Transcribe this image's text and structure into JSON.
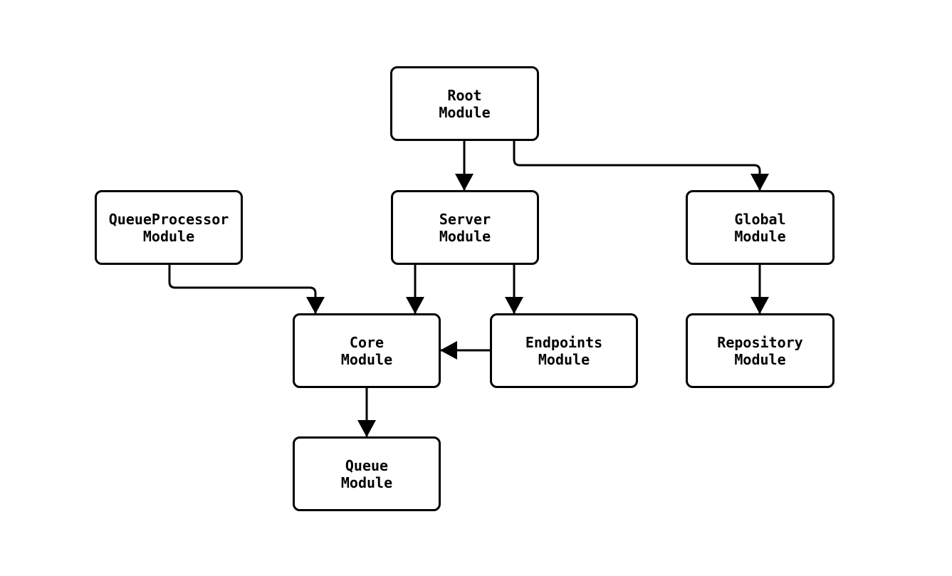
{
  "diagram": {
    "type": "module-dependency-flowchart",
    "background_color": "#ffffff",
    "node_fill_color": "#ffffff",
    "stroke_color": "#000000",
    "nodes": {
      "root": {
        "line1": "Root",
        "line2": "Module"
      },
      "queueprocessor": {
        "line1": "QueueProcessor",
        "line2": "Module"
      },
      "server": {
        "line1": "Server",
        "line2": "Module"
      },
      "global": {
        "line1": "Global",
        "line2": "Module"
      },
      "core": {
        "line1": "Core",
        "line2": "Module"
      },
      "endpoints": {
        "line1": "Endpoints",
        "line2": "Module"
      },
      "repository": {
        "line1": "Repository",
        "line2": "Module"
      },
      "queue": {
        "line1": "Queue",
        "line2": "Module"
      }
    },
    "edges": [
      {
        "from": "Root Module",
        "to": "Server Module"
      },
      {
        "from": "Root Module",
        "to": "Global Module"
      },
      {
        "from": "QueueProcessor Module",
        "to": "Core Module"
      },
      {
        "from": "Server Module",
        "to": "Core Module"
      },
      {
        "from": "Server Module",
        "to": "Endpoints Module"
      },
      {
        "from": "Endpoints Module",
        "to": "Core Module"
      },
      {
        "from": "Global Module",
        "to": "Repository Module"
      },
      {
        "from": "Core Module",
        "to": "Queue Module"
      }
    ]
  }
}
